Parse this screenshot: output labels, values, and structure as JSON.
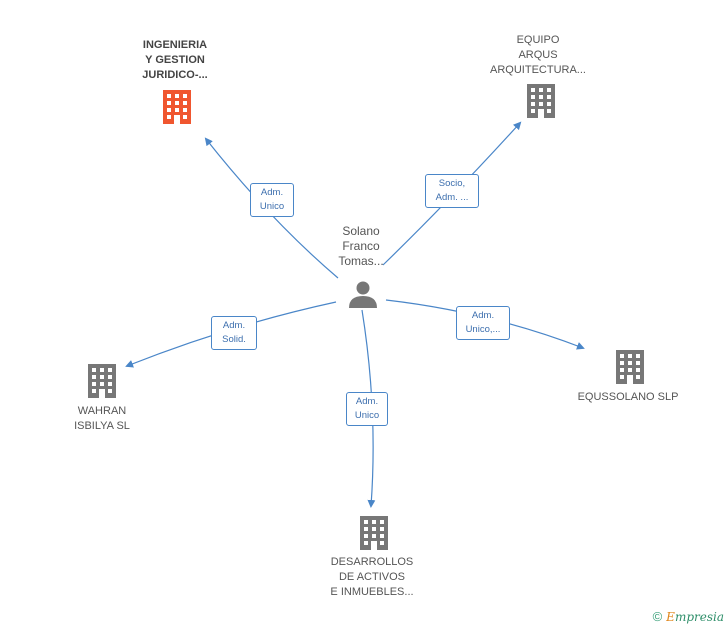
{
  "person": {
    "lines": [
      "Solano",
      "Franco",
      "Tomas..."
    ]
  },
  "companies": {
    "ingenieria": {
      "lines": [
        "INGENIERIA",
        "Y GESTION",
        "JURIDICO-..."
      ],
      "color": "#f0562f"
    },
    "equipo": {
      "lines": [
        "EQUIPO",
        "ARQUS",
        "ARQUITECTURA..."
      ],
      "color": "#777777"
    },
    "wahran": {
      "lines": [
        "WAHRAN",
        "ISBILYA SL"
      ],
      "color": "#777777"
    },
    "equssolano": {
      "lines": [
        "EQUSSOLANO SLP"
      ],
      "color": "#777777"
    },
    "desarrollos": {
      "lines": [
        "DESARROLLOS",
        "DE ACTIVOS",
        "E INMUEBLES..."
      ],
      "color": "#777777"
    }
  },
  "relations": {
    "ingenieria": [
      "Adm.",
      "Unico"
    ],
    "equipo": [
      "Socio,",
      "Adm. ..."
    ],
    "wahran": [
      "Adm.",
      "Solid."
    ],
    "equssolano": [
      "Adm.",
      "Unico,..."
    ],
    "desarrollos": [
      "Adm.",
      "Unico"
    ]
  },
  "colors": {
    "edge": "#4a86c8",
    "building": "#777777",
    "highlight": "#f0562f"
  },
  "footer": {
    "copyright": "©",
    "brand_first": "E",
    "brand_rest": "mpresia"
  }
}
